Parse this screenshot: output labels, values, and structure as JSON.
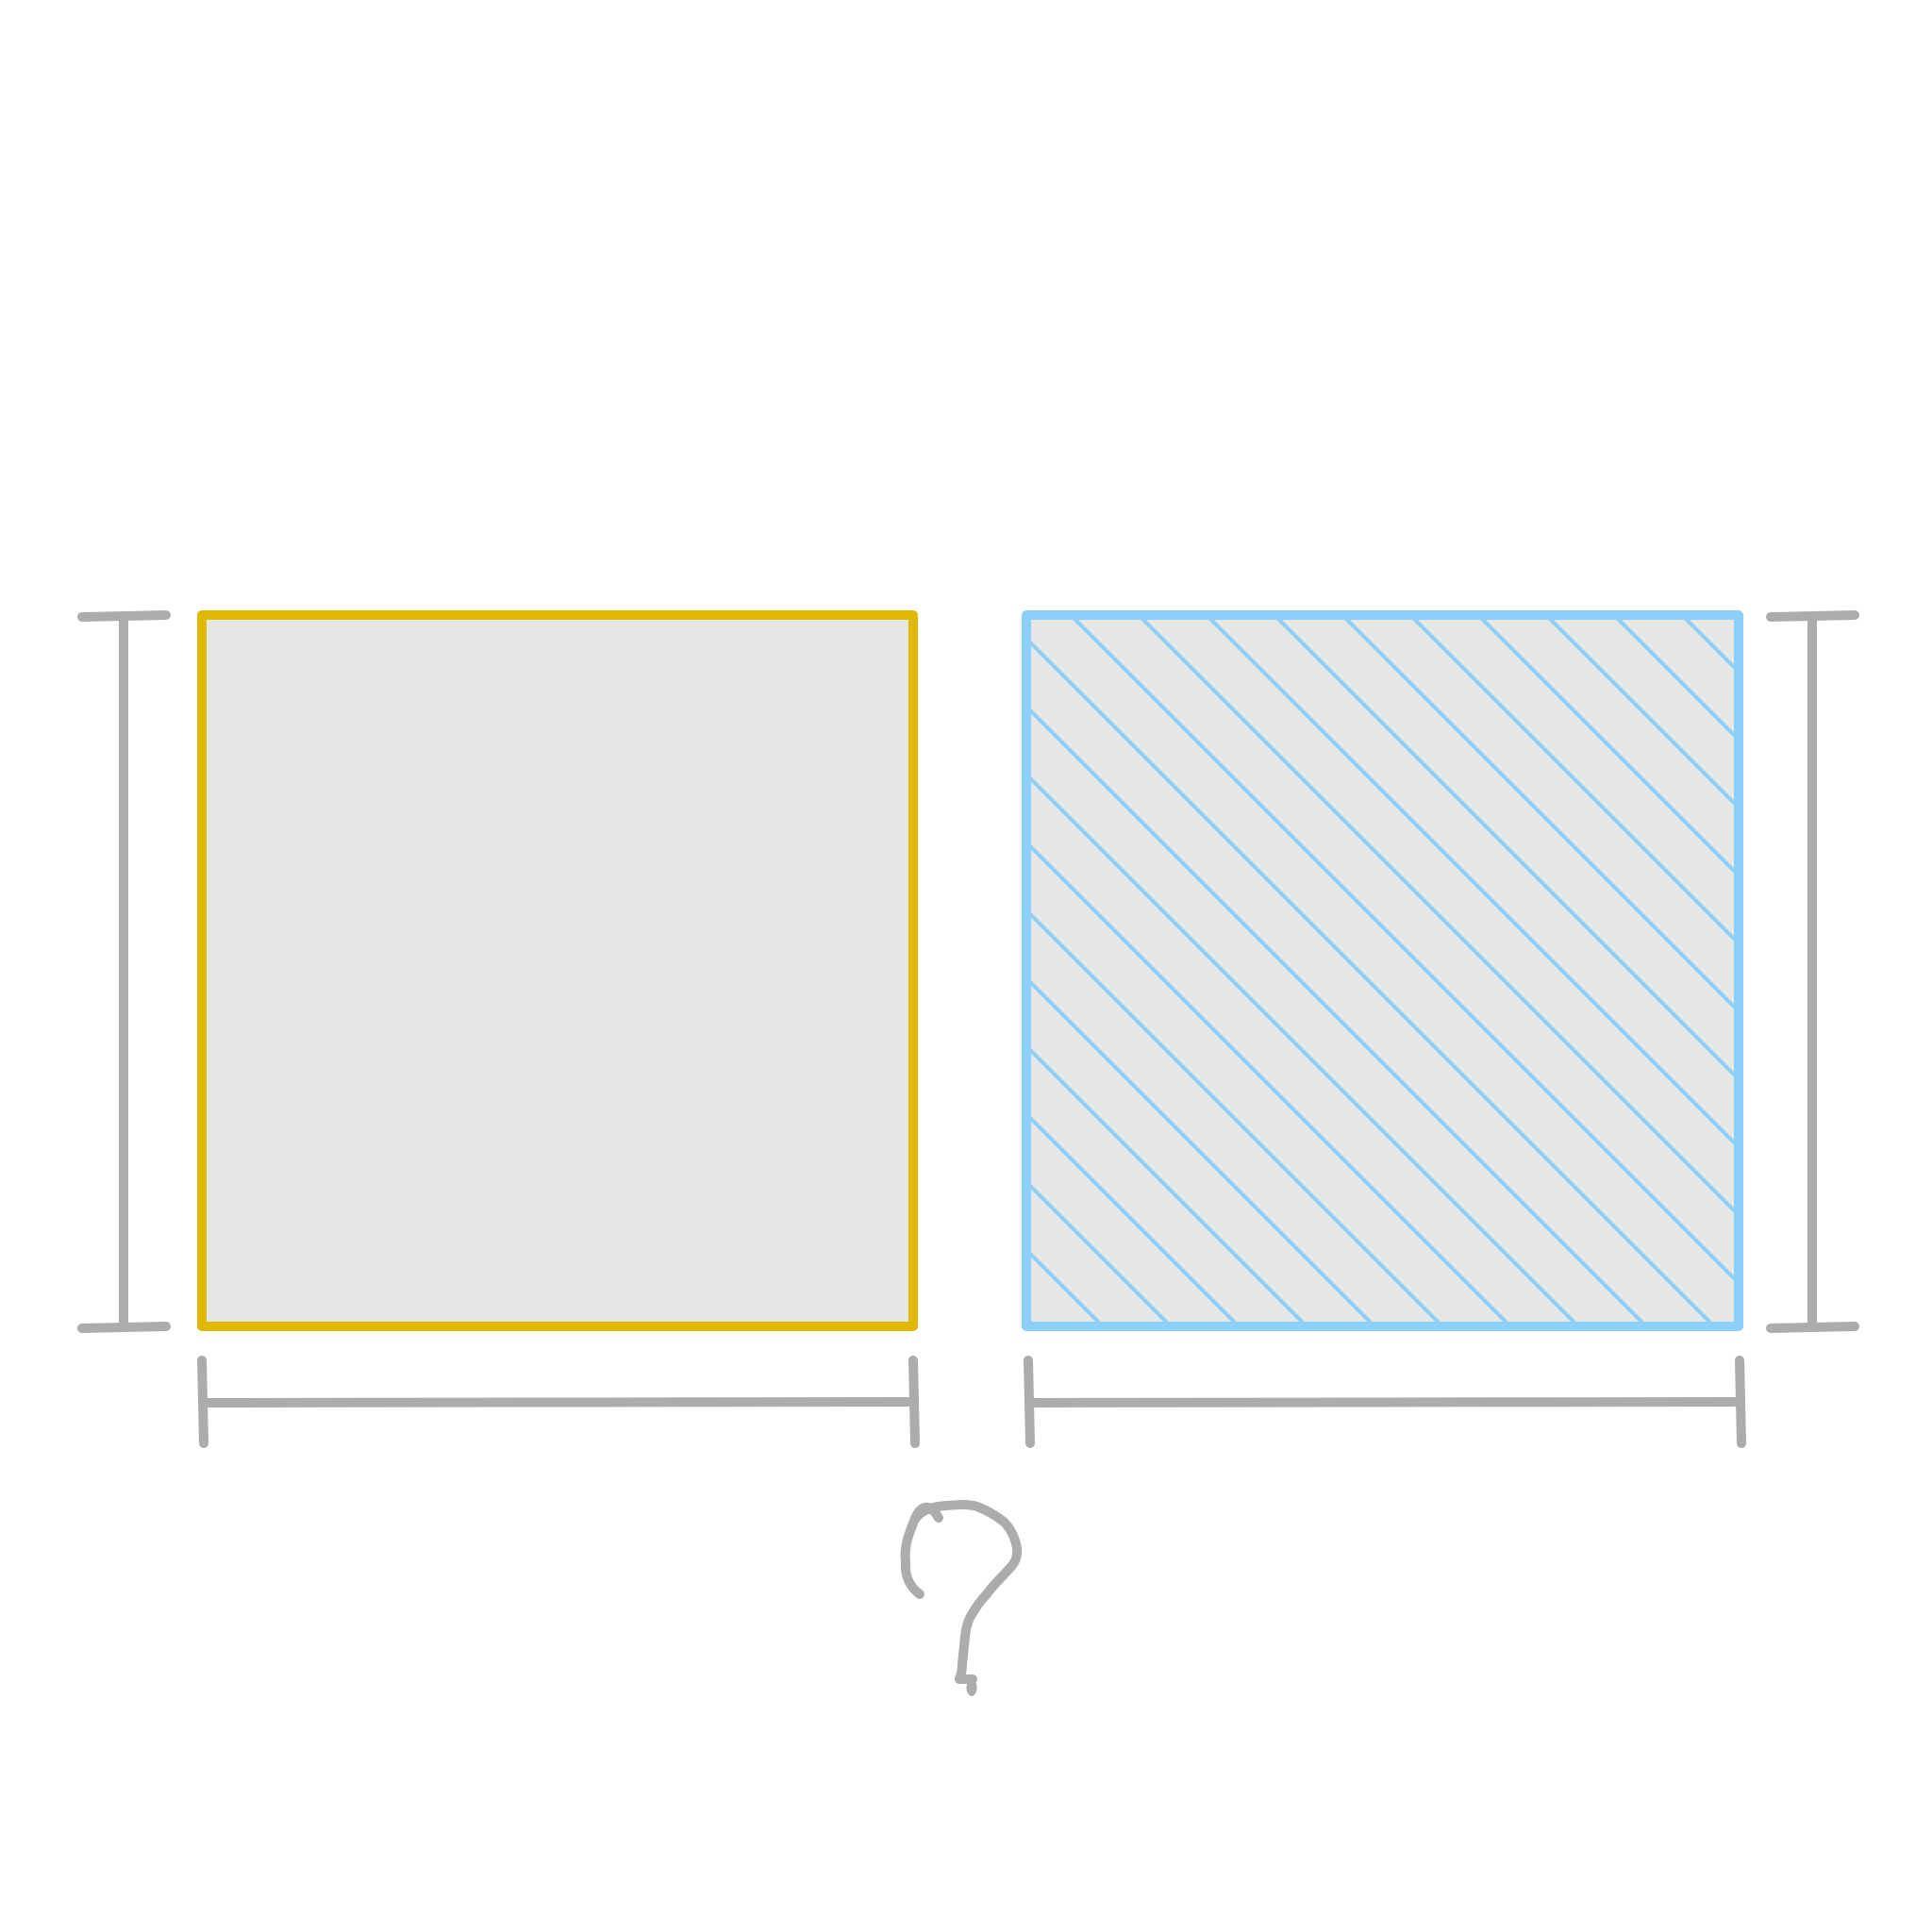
{
  "figure": {
    "shapes": [
      {
        "name": "plain-square",
        "fill": "#e6e6e4",
        "stroke": "#e0b800",
        "pattern": "none"
      },
      {
        "name": "hatched-square",
        "fill": "#e6e6e4",
        "stroke": "#8ccff8",
        "pattern": "diagonal-hatch"
      }
    ],
    "dimension_color": "#acacac",
    "question_mark_icon": "question-mark-icon"
  }
}
